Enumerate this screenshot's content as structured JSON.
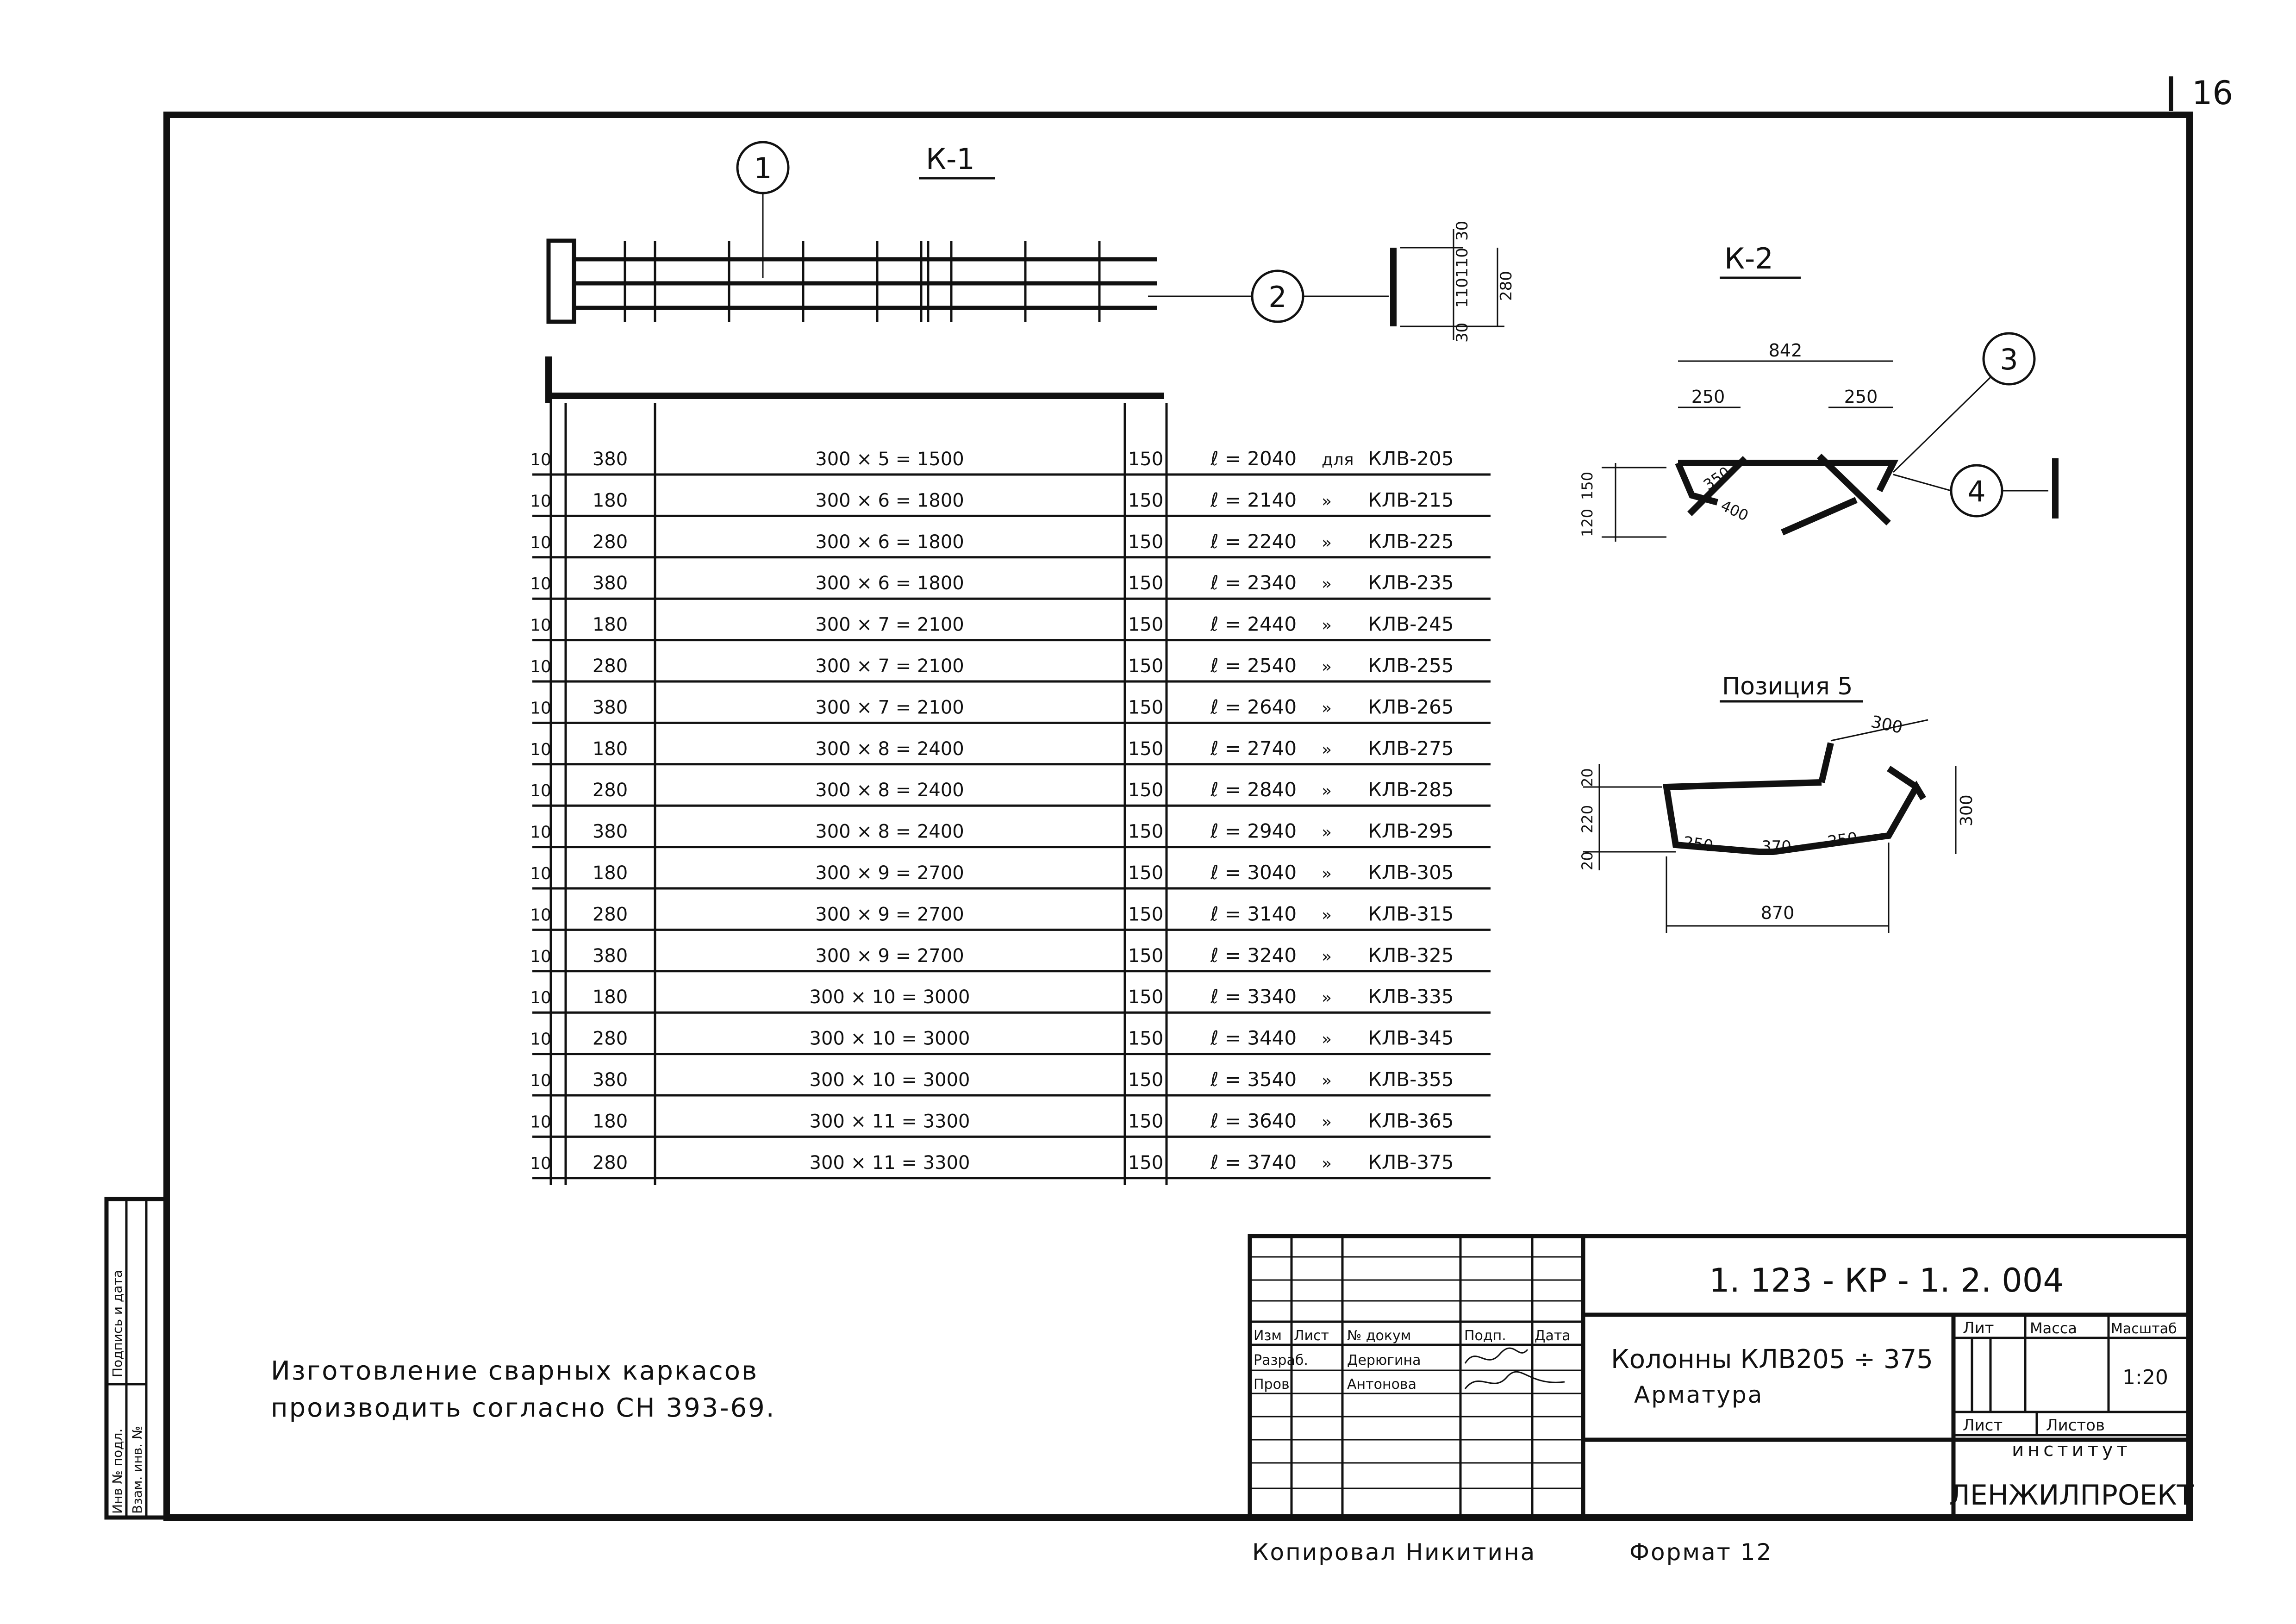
{
  "page_number": "16",
  "k1": {
    "title": "К-1",
    "callout_1": "1",
    "callout_2": "2",
    "dims": [
      "30",
      "110",
      "110",
      "30",
      "280"
    ]
  },
  "table": {
    "rows": [
      {
        "a": "10",
        "b": "380",
        "c": "300 × 5 = 1500",
        "d": "150",
        "e": "ℓ = 2040",
        "f": "для",
        "g": "КЛВ-205"
      },
      {
        "a": "10",
        "b": "180",
        "c": "300 × 6 = 1800",
        "d": "150",
        "e": "ℓ = 2140",
        "f": "»",
        "g": "КЛВ-215"
      },
      {
        "a": "10",
        "b": "280",
        "c": "300 × 6 = 1800",
        "d": "150",
        "e": "ℓ = 2240",
        "f": "»",
        "g": "КЛВ-225"
      },
      {
        "a": "10",
        "b": "380",
        "c": "300 × 6 = 1800",
        "d": "150",
        "e": "ℓ = 2340",
        "f": "»",
        "g": "КЛВ-235"
      },
      {
        "a": "10",
        "b": "180",
        "c": "300 × 7 = 2100",
        "d": "150",
        "e": "ℓ = 2440",
        "f": "»",
        "g": "КЛВ-245"
      },
      {
        "a": "10",
        "b": "280",
        "c": "300 × 7 = 2100",
        "d": "150",
        "e": "ℓ = 2540",
        "f": "»",
        "g": "КЛВ-255"
      },
      {
        "a": "10",
        "b": "380",
        "c": "300 × 7 = 2100",
        "d": "150",
        "e": "ℓ = 2640",
        "f": "»",
        "g": "КЛВ-265"
      },
      {
        "a": "10",
        "b": "180",
        "c": "300 × 8 = 2400",
        "d": "150",
        "e": "ℓ = 2740",
        "f": "»",
        "g": "КЛВ-275"
      },
      {
        "a": "10",
        "b": "280",
        "c": "300 × 8 = 2400",
        "d": "150",
        "e": "ℓ = 2840",
        "f": "»",
        "g": "КЛВ-285"
      },
      {
        "a": "10",
        "b": "380",
        "c": "300 × 8 = 2400",
        "d": "150",
        "e": "ℓ = 2940",
        "f": "»",
        "g": "КЛВ-295"
      },
      {
        "a": "10",
        "b": "180",
        "c": "300 × 9 = 2700",
        "d": "150",
        "e": "ℓ = 3040",
        "f": "»",
        "g": "КЛВ-305"
      },
      {
        "a": "10",
        "b": "280",
        "c": "300 × 9 = 2700",
        "d": "150",
        "e": "ℓ = 3140",
        "f": "»",
        "g": "КЛВ-315"
      },
      {
        "a": "10",
        "b": "380",
        "c": "300 × 9 = 2700",
        "d": "150",
        "e": "ℓ = 3240",
        "f": "»",
        "g": "КЛВ-325"
      },
      {
        "a": "10",
        "b": "180",
        "c": "300 × 10 = 3000",
        "d": "150",
        "e": "ℓ = 3340",
        "f": "»",
        "g": "КЛВ-335"
      },
      {
        "a": "10",
        "b": "280",
        "c": "300 × 10 = 3000",
        "d": "150",
        "e": "ℓ = 3440",
        "f": "»",
        "g": "КЛВ-345"
      },
      {
        "a": "10",
        "b": "380",
        "c": "300 × 10 = 3000",
        "d": "150",
        "e": "ℓ = 3540",
        "f": "»",
        "g": "КЛВ-355"
      },
      {
        "a": "10",
        "b": "180",
        "c": "300 × 11 = 3300",
        "d": "150",
        "e": "ℓ = 3640",
        "f": "»",
        "g": "КЛВ-365"
      },
      {
        "a": "10",
        "b": "280",
        "c": "300 × 11 = 3300",
        "d": "150",
        "e": "ℓ = 3740",
        "f": "»",
        "g": "КЛВ-375"
      }
    ]
  },
  "k2": {
    "title": "К-2",
    "callout_3": "3",
    "callout_4": "4",
    "dims": [
      "842",
      "250",
      "250",
      "150",
      "120",
      "350",
      "400"
    ]
  },
  "pos5": {
    "title": "Позиция 5",
    "dims": [
      "300",
      "20",
      "220",
      "20",
      "300",
      "250",
      "370",
      "250",
      "870"
    ]
  },
  "note": {
    "line1": "Изготовление сварных каркасов",
    "line2": "производить согласно СН 393-69."
  },
  "side_stamp": {
    "col1": "Инв № подл.",
    "col2": "Подпись и дата",
    "col3": "Взам. инв. №"
  },
  "title_block": {
    "doc_code": "1. 123 - КР - 1. 2. 004",
    "hdr_izm": "Изм",
    "hdr_list": "Лист",
    "hdr_doc": "№ докум",
    "hdr_sign": "Подп.",
    "hdr_date": "Дата",
    "razrab_label": "Разраб.",
    "razrab_name": "Дерюгина",
    "prov_label": "Пров.",
    "prov_name": "Антонова",
    "sheet_title_1": "Колонны КЛВ205 ÷ 375",
    "sheet_title_2": "Арматура",
    "lit": "Лит",
    "massa": "Масса",
    "masshtab": "Масштаб",
    "scale_value": "1:20",
    "list_label": "Лист",
    "listov_label": "Листов",
    "institute_label": "институт",
    "institute_name": "ЛЕНЖИЛПРОЕКТ"
  },
  "footer": {
    "copied": "Копировал Никитина",
    "format": "Формат 12"
  }
}
